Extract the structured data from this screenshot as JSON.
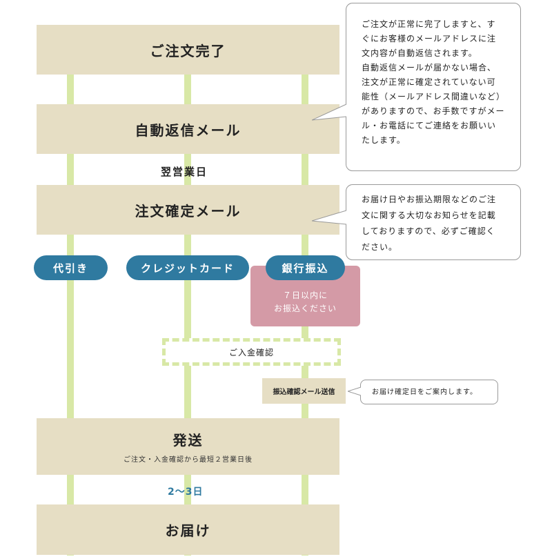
{
  "steps": {
    "order_complete": "ご注文完了",
    "auto_reply": "自動返信メール",
    "order_confirm": "注文確定メール",
    "shipping": "発送",
    "shipping_sub": "ご注文・入金確認から最短２営業日後",
    "delivery": "お届け"
  },
  "labels": {
    "next_business_day": "翌営業日",
    "days_2_3": "2〜3日"
  },
  "payment": {
    "cod": "代引き",
    "credit": "クレジットカード",
    "bank": "銀行振込",
    "bank_note_line1": "７日以内に",
    "bank_note_line2": "お振込ください",
    "payment_check": "ご入金確認",
    "transfer_mail": "振込確認メール送信"
  },
  "bubbles": {
    "auto_reply_lines": [
      "ご注文が正常に完了しますと、す",
      "ぐにお客様のメールアドレスに注",
      "文内容が自動返信されます。",
      "自動返信メールが届かない場合、",
      "注文が正常に確定されていない可",
      "能性（メールアドレス間違いなど）",
      "がありますので、お手数ですがメー",
      "ル・お電話にてご連絡をお願いい",
      "たします。"
    ],
    "confirm_lines": [
      "お届け日やお振込期限などのご注",
      "文に関する大切なお知らせを記載",
      "しておりますので、必ずご確認く",
      "ださい。"
    ],
    "transfer_note": "お届け確定日をご案内します。"
  },
  "colors": {
    "step_bg": "#e6dec4",
    "rail": "#d8e8a6",
    "pill": "#2f7aa0",
    "bank_note": "#d49aa6",
    "accent_text": "#2f7aa0"
  }
}
